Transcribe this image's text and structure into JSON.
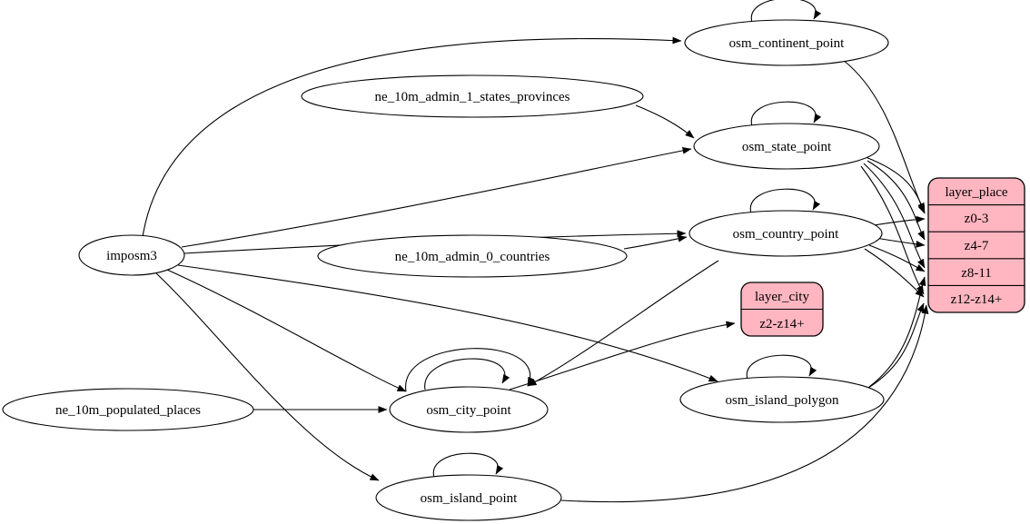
{
  "diagram": {
    "type": "graphviz-etl-graph",
    "colors": {
      "background": "#ffffff",
      "ellipse_fill": "#ffffff",
      "record_fill": "#ffb6c1",
      "stroke": "#000000",
      "text": "#000000"
    },
    "nodes": {
      "imposm3": {
        "label": "imposm3",
        "shape": "ellipse"
      },
      "ne_10m_admin_1_states_provinces": {
        "label": "ne_10m_admin_1_states_provinces",
        "shape": "ellipse"
      },
      "ne_10m_admin_0_countries": {
        "label": "ne_10m_admin_0_countries",
        "shape": "ellipse"
      },
      "ne_10m_populated_places": {
        "label": "ne_10m_populated_places",
        "shape": "ellipse"
      },
      "osm_continent_point": {
        "label": "osm_continent_point",
        "shape": "ellipse"
      },
      "osm_state_point": {
        "label": "osm_state_point",
        "shape": "ellipse"
      },
      "osm_country_point": {
        "label": "osm_country_point",
        "shape": "ellipse"
      },
      "osm_city_point": {
        "label": "osm_city_point",
        "shape": "ellipse"
      },
      "osm_island_polygon": {
        "label": "osm_island_polygon",
        "shape": "ellipse"
      },
      "osm_island_point": {
        "label": "osm_island_point",
        "shape": "ellipse"
      },
      "layer_place": {
        "title": "layer_place",
        "shape": "record",
        "rows": [
          "z0-3",
          "z4-7",
          "z8-11",
          "z12-z14+"
        ]
      },
      "layer_city": {
        "title": "layer_city",
        "shape": "record",
        "rows": [
          "z2-z14+"
        ]
      }
    },
    "edges": [
      {
        "from": "imposm3",
        "to": "osm_continent_point"
      },
      {
        "from": "imposm3",
        "to": "osm_state_point"
      },
      {
        "from": "imposm3",
        "to": "osm_country_point"
      },
      {
        "from": "imposm3",
        "to": "osm_city_point"
      },
      {
        "from": "imposm3",
        "to": "osm_island_polygon"
      },
      {
        "from": "imposm3",
        "to": "osm_island_point"
      },
      {
        "from": "ne_10m_admin_1_states_provinces",
        "to": "osm_state_point"
      },
      {
        "from": "ne_10m_admin_0_countries",
        "to": "osm_country_point"
      },
      {
        "from": "ne_10m_populated_places",
        "to": "osm_city_point"
      },
      {
        "from": "osm_country_point",
        "to": "osm_city_point"
      },
      {
        "from": "osm_continent_point",
        "to": "osm_continent_point",
        "self_loop": true
      },
      {
        "from": "osm_state_point",
        "to": "osm_state_point",
        "self_loop": true
      },
      {
        "from": "osm_country_point",
        "to": "osm_country_point",
        "self_loop": true
      },
      {
        "from": "osm_city_point",
        "to": "osm_city_point",
        "self_loop": true
      },
      {
        "from": "osm_city_point",
        "to": "osm_city_point",
        "self_loop": true
      },
      {
        "from": "osm_island_polygon",
        "to": "osm_island_polygon",
        "self_loop": true
      },
      {
        "from": "osm_island_point",
        "to": "osm_island_point",
        "self_loop": true
      },
      {
        "from": "osm_city_point",
        "to": "layer_city",
        "to_row": "z2-z14+"
      },
      {
        "from": "osm_continent_point",
        "to": "layer_place",
        "to_row": "z0-3"
      },
      {
        "from": "osm_state_point",
        "to": "layer_place",
        "to_row": "z0-3"
      },
      {
        "from": "osm_state_point",
        "to": "layer_place",
        "to_row": "z4-7"
      },
      {
        "from": "osm_state_point",
        "to": "layer_place",
        "to_row": "z8-11"
      },
      {
        "from": "osm_state_point",
        "to": "layer_place",
        "to_row": "z12-z14+"
      },
      {
        "from": "osm_country_point",
        "to": "layer_place",
        "to_row": "z0-3"
      },
      {
        "from": "osm_country_point",
        "to": "layer_place",
        "to_row": "z4-7"
      },
      {
        "from": "osm_country_point",
        "to": "layer_place",
        "to_row": "z8-11"
      },
      {
        "from": "osm_country_point",
        "to": "layer_place",
        "to_row": "z12-z14+"
      },
      {
        "from": "osm_island_polygon",
        "to": "layer_place",
        "to_row": "z8-11"
      },
      {
        "from": "osm_island_polygon",
        "to": "layer_place",
        "to_row": "z12-z14+"
      },
      {
        "from": "osm_island_point",
        "to": "layer_place",
        "to_row": "z12-z14+"
      }
    ]
  }
}
